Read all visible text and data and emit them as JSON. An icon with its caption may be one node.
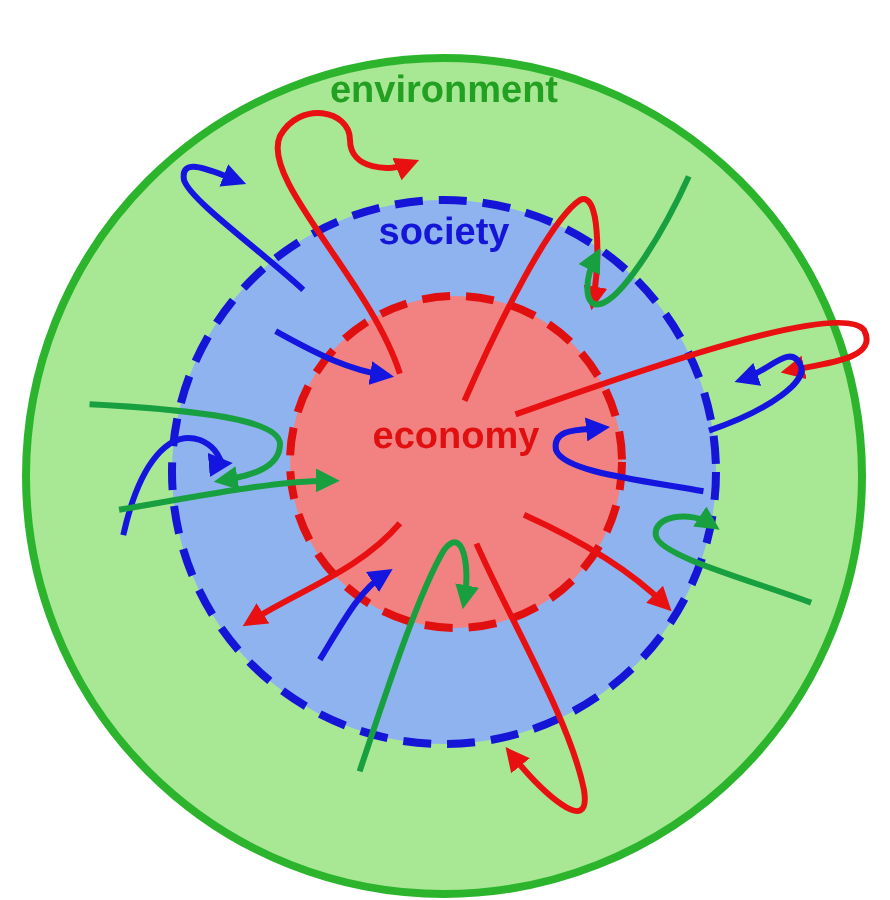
{
  "diagram": {
    "nodes": [
      {
        "text": [
          "environment"
        ]
      },
      {
        "text": [
          "society"
        ],
        "in": 0
      },
      {
        "text": [
          "economy"
        ],
        "in": 1
      }
    ],
    "edges": [
      {
        "from": 2,
        "to": 0,
        "arrow": "to",
        "color": "#e81010"
      },
      {
        "from": 2,
        "to": 1,
        "arrow": "to",
        "color": "#e81010"
      },
      {
        "from": 2,
        "to": 0,
        "arrow": "to",
        "color": "#e81010"
      },
      {
        "from": 2,
        "to": 1,
        "arrow": "to",
        "color": "#e81010"
      },
      {
        "from": 2,
        "to": 0,
        "arrow": "to",
        "color": "#e81010"
      },
      {
        "from": 2,
        "to": 1,
        "arrow": "to",
        "color": "#e81010"
      },
      {
        "from": 1,
        "to": 0,
        "arrow": "to",
        "color": "#1515e0"
      },
      {
        "from": 1,
        "to": 2,
        "arrow": "to",
        "color": "#1515e0"
      },
      {
        "from": 1,
        "to": 0,
        "arrow": "to",
        "color": "#1515e0"
      },
      {
        "from": 1,
        "to": 2,
        "arrow": "to",
        "color": "#1515e0"
      },
      {
        "from": 0,
        "to": 1,
        "arrow": "to",
        "color": "#1515e0"
      },
      {
        "from": 1,
        "to": 2,
        "arrow": "to",
        "color": "#1515e0"
      },
      {
        "from": 0,
        "to": 1,
        "arrow": "to",
        "color": "#18a040"
      },
      {
        "from": 0,
        "to": 1,
        "arrow": "to",
        "color": "#18a040"
      },
      {
        "from": 0,
        "to": 2,
        "arrow": "to",
        "color": "#18a040"
      },
      {
        "from": 0,
        "to": 2,
        "arrow": "to",
        "color": "#18a040"
      },
      {
        "from": 0,
        "to": 1,
        "arrow": "to",
        "color": "#18a040"
      }
    ]
  }
}
